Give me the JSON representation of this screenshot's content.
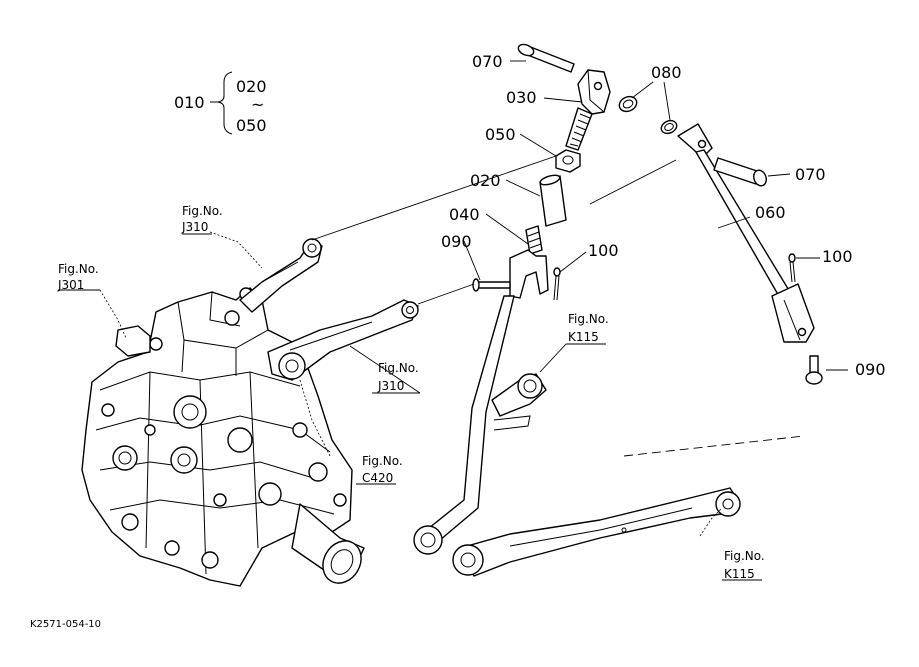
{
  "callouts": {
    "p010": "010",
    "p020_range": "020",
    "tilde": "~",
    "p050_range": "050",
    "p070_top": "070",
    "p080": "080",
    "p030": "030",
    "p050": "050",
    "p070_right": "070",
    "p020": "020",
    "p060": "060",
    "p040": "040",
    "p090_left": "090",
    "p100_left": "100",
    "p100_right": "100",
    "p090_right": "090"
  },
  "figure_refs": {
    "fig_no": "Fig.No.",
    "j310_top": "J310",
    "j301": "J301",
    "j310_mid": "J310",
    "k115_top": "K115",
    "c420": "C420",
    "k115_bottom": "K115"
  },
  "drawing_code": "K2571-054-10"
}
